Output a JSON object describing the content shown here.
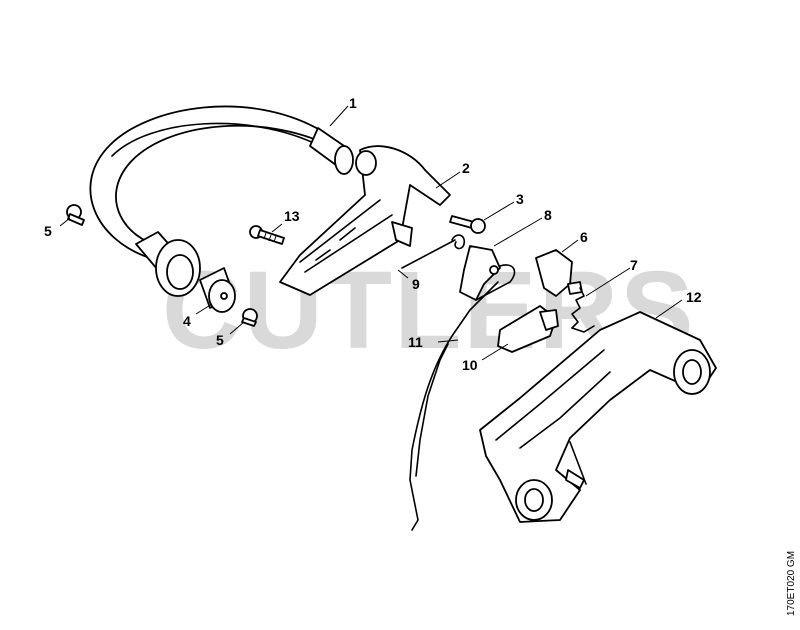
{
  "watermark": "CUTLERS",
  "reference_code": "170ET020 GM",
  "callouts": [
    {
      "id": "1",
      "label": "1"
    },
    {
      "id": "2",
      "label": "2"
    },
    {
      "id": "3",
      "label": "3"
    },
    {
      "id": "4",
      "label": "4"
    },
    {
      "id": "5a",
      "label": "5"
    },
    {
      "id": "5b",
      "label": "5"
    },
    {
      "id": "6",
      "label": "6"
    },
    {
      "id": "7",
      "label": "7"
    },
    {
      "id": "8",
      "label": "8"
    },
    {
      "id": "9",
      "label": "9"
    },
    {
      "id": "10",
      "label": "10"
    },
    {
      "id": "11",
      "label": "11"
    },
    {
      "id": "12",
      "label": "12"
    },
    {
      "id": "13",
      "label": "13"
    }
  ]
}
